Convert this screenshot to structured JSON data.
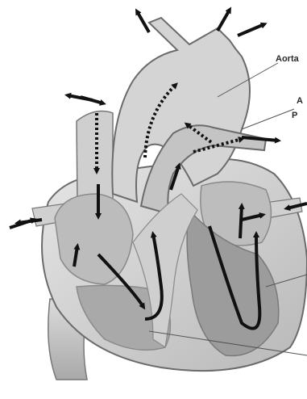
{
  "labels": {
    "aorta": "Aorta",
    "top_right_a": "A",
    "top_right_p": "P"
  },
  "colors": {
    "background": "#ffffff",
    "outline": "#6b6b6b",
    "tissue_light": "#d9d9d9",
    "tissue_mid": "#bdbdbd",
    "tissue_dark": "#9a9a9a",
    "arrow": "#111111",
    "label": "#2a2a2a"
  },
  "icons": [
    "arrow-aortic-branch-left",
    "arrow-aortic-branch-mid",
    "arrow-aortic-branch-right",
    "arrow-superior-vena-cava",
    "arrow-pulmonary-left",
    "arrow-pulmonary-right",
    "arrow-inferior-inflow",
    "arrow-pulmonary-vein-right",
    "arrow-aortic-arch-flow",
    "arrow-right-ventricle-flow",
    "arrow-left-ventricle-flow"
  ]
}
